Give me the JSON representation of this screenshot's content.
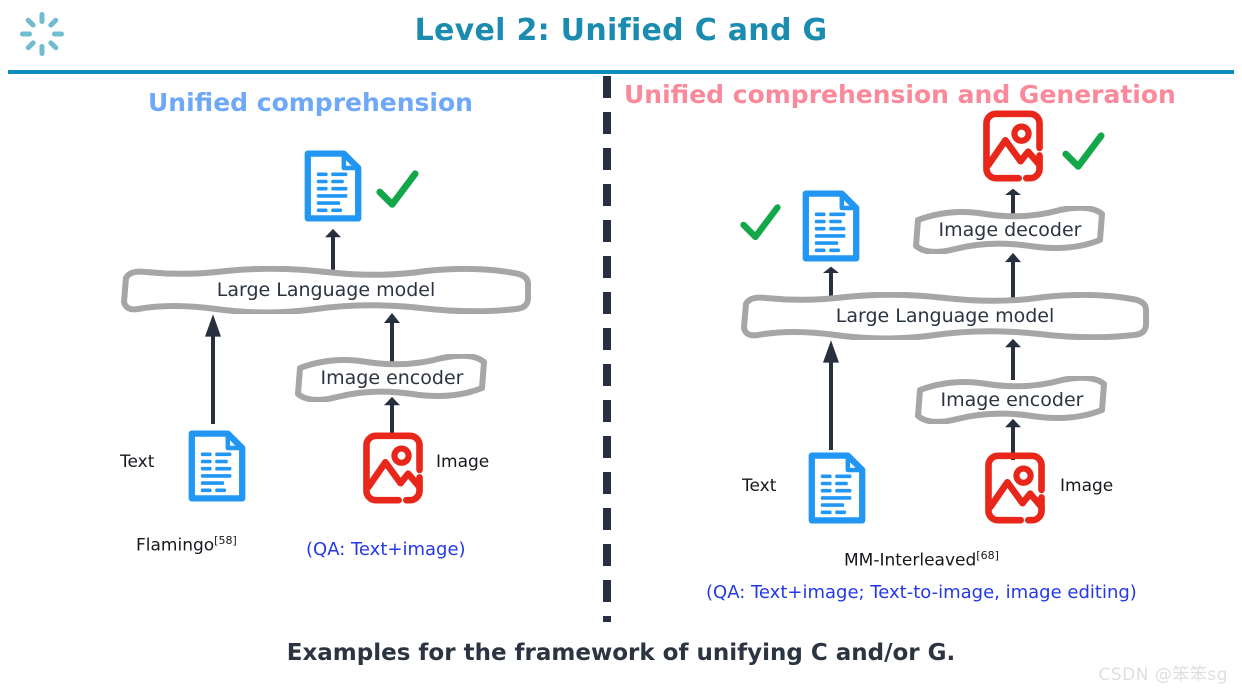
{
  "slide": {
    "title": "Level 2: Unified C and G",
    "title_color": "#1b8bb0",
    "rule_color": "#0d8cbf",
    "divider_color": "#273043",
    "footer": "Examples for the framework of unifying  C and/or G.",
    "watermark": "CSDN @笨笨sg",
    "spinner_icon": "loading-spinner-icon",
    "spinner_color": "#72bcd0"
  },
  "panels": {
    "left": {
      "heading": "Unified comprehension",
      "heading_color": "#6ea8f7",
      "boxes": {
        "llm": "Large Language model",
        "image_encoder": "Image encoder"
      },
      "labels": {
        "text": "Text",
        "image": "Image"
      },
      "model_name": "Flamingo",
      "model_ref": "[58]",
      "task": "(QA: Text+image)",
      "task_color": "#2438e8",
      "icons": {
        "output_text": "text-document-icon",
        "input_text": "text-document-icon",
        "input_image": "image-picture-icon",
        "output_check": "green-check-icon"
      }
    },
    "right": {
      "heading": "Unified comprehension and Generation",
      "heading_color": "#fa8a9b",
      "boxes": {
        "llm": "Large Language model",
        "image_encoder": "Image encoder",
        "image_decoder": "Image decoder"
      },
      "labels": {
        "text": "Text",
        "image": "Image"
      },
      "model_name": "MM-Interleaved",
      "model_ref": "[68]",
      "task": "(QA: Text+image; Text-to-image, image editing)",
      "task_color": "#2438e8",
      "icons": {
        "output_text": "text-document-icon",
        "output_image": "image-picture-icon",
        "input_text": "text-document-icon",
        "input_image": "image-picture-icon",
        "output_text_check": "green-check-icon",
        "output_image_check": "green-check-icon"
      }
    }
  },
  "colors": {
    "doc_blue": "#2196f3",
    "image_red": "#e8261a",
    "check_green": "#13a74a",
    "box_gray": "#a6a6a6",
    "arrow_navy": "#283040"
  }
}
